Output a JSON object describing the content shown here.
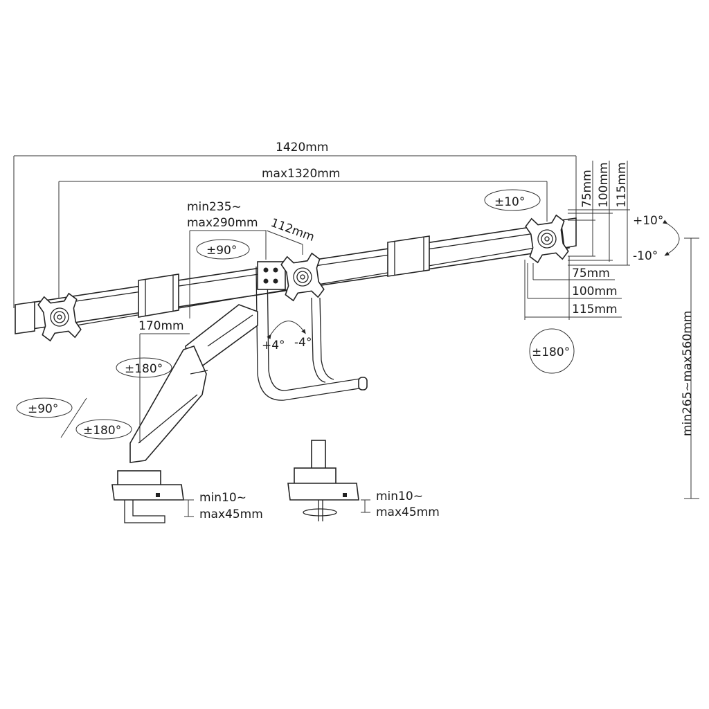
{
  "diagram": {
    "overall_width": "1420mm",
    "max_span": "max1320mm",
    "arm_reach_min": "min235~",
    "arm_reach_max": "max290mm",
    "center_offset": "112mm",
    "center_swivel": "±90°",
    "lower_offset": "170mm",
    "arm_rotation_upper": "±180°",
    "base_swivel": "±90°",
    "base_rotation": "±180°",
    "tilt_plus": "+4°",
    "tilt_minus": "-4°",
    "monitor_swivel": "±10°",
    "vesa_vertical": [
      "75mm",
      "100mm",
      "115mm"
    ],
    "tilt_up": "+10°",
    "tilt_down": "-10°",
    "vesa_horizontal": [
      "75mm",
      "100mm",
      "115mm"
    ],
    "monitor_rotation": "±180°",
    "height_range": "min265~max560mm",
    "clamp_left": {
      "min": "min10~",
      "max": "max45mm"
    },
    "clamp_right": {
      "min": "min10~",
      "max": "max45mm"
    }
  }
}
